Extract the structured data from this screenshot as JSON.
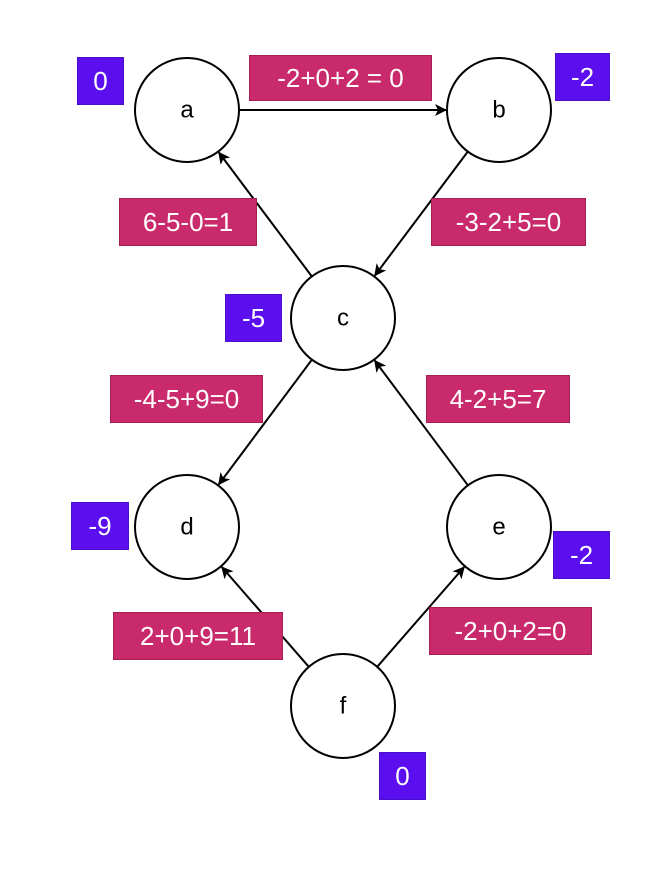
{
  "diagram": {
    "colors": {
      "edge_label_bg": "#C92A6B",
      "potential_bg": "#5B0FEE",
      "node_stroke": "#000000",
      "text_on_box": "#FFFFFF"
    },
    "nodes": [
      {
        "id": "a",
        "label": "a",
        "potential": "0"
      },
      {
        "id": "b",
        "label": "b",
        "potential": "-2"
      },
      {
        "id": "c",
        "label": "c",
        "potential": "-5"
      },
      {
        "id": "d",
        "label": "d",
        "potential": "-9"
      },
      {
        "id": "e",
        "label": "e",
        "potential": "-2"
      },
      {
        "id": "f",
        "label": "f",
        "potential": "0"
      }
    ],
    "edges": [
      {
        "from": "a",
        "to": "b",
        "label": "-2+0+2 = 0"
      },
      {
        "from": "c",
        "to": "a",
        "label": "6-5-0=1"
      },
      {
        "from": "b",
        "to": "c",
        "label": "-3-2+5=0"
      },
      {
        "from": "c",
        "to": "d",
        "label": "-4-5+9=0"
      },
      {
        "from": "e",
        "to": "c",
        "label": "4-2+5=7"
      },
      {
        "from": "f",
        "to": "d",
        "label": "2+0+9=11"
      },
      {
        "from": "f",
        "to": "e",
        "label": "-2+0+2=0"
      }
    ]
  }
}
